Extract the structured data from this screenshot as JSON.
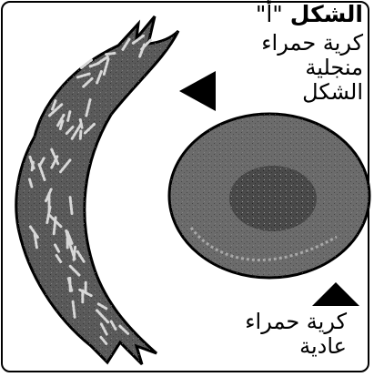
{
  "figure": {
    "title_bold": "الشكل",
    "title_rest": " \"أ\"",
    "sickle_label_lines": [
      "كرية حمراء",
      "منجلية",
      "الشكل"
    ],
    "normal_label_lines": [
      "كرية حمراء",
      "عادية"
    ],
    "colors": {
      "sickle_fill": "#5a5a5a",
      "normal_fill": "#6b6b6b",
      "outline": "#000000",
      "inclusion": "#d8d8d8"
    }
  }
}
